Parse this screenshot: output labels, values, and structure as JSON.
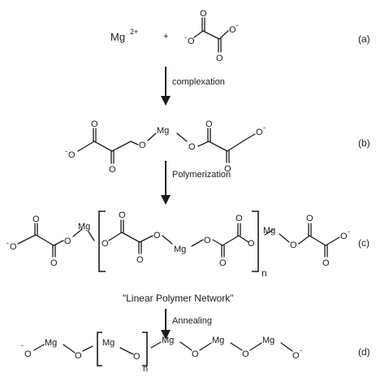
{
  "species": {
    "mg2": "Mg",
    "mg2_charge": "2+",
    "plus": "+",
    "mg": "Mg",
    "O": "O",
    "O_minus": "O",
    "minus": "-",
    "n": "n"
  },
  "step_labels": {
    "a": "(a)",
    "b": "(b)",
    "c": "(c)",
    "d": "(d)"
  },
  "arrows": {
    "complexation": "complexation",
    "polymerization": "Polymerization",
    "annealing": "Annealing"
  },
  "caption": "\"Linear Polymer Network\""
}
